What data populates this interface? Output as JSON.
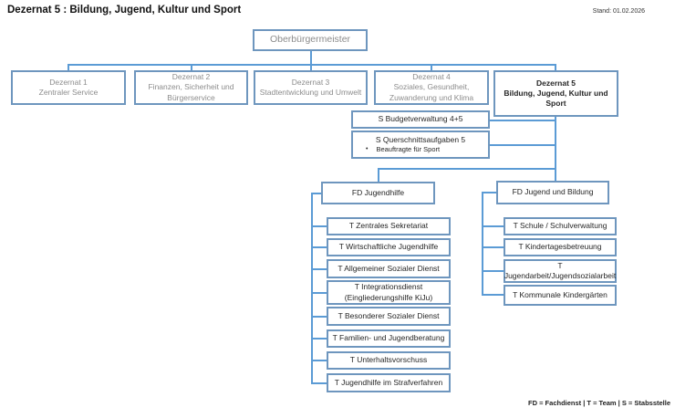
{
  "header": {
    "title": "Dezernat 5 : Bildung, Jugend, Kultur und Sport",
    "stand": "Stand: 01.02.2026"
  },
  "colors": {
    "box_border": "#6e96be",
    "connector_line": "#5b9bd5",
    "muted_text": "#8c8c8c",
    "dark_text": "#262626"
  },
  "top_box": {
    "label": "Oberbürgermeister"
  },
  "dezernate": [
    {
      "name": "Dezernat 1",
      "desc": "Zentraler Service"
    },
    {
      "name": "Dezernat 2",
      "desc": "Finanzen, Sicherheit und Bürgerservice"
    },
    {
      "name": "Dezernat 3",
      "desc": "Stadtentwicklung und Umwelt"
    },
    {
      "name": "Dezernat 4",
      "desc": "Soziales, Gesundheit, Zuwanderung und Klima"
    },
    {
      "name": "Dezernat 5",
      "desc": "Bildung, Jugend, Kultur und Sport"
    }
  ],
  "stabsstellen": [
    {
      "label": "S Budgetverwaltung 4+5"
    },
    {
      "label": "S Querschnittsaufgaben 5",
      "bullet": "Beauftragte für Sport"
    }
  ],
  "fachdienste": [
    {
      "label": "FD Jugendhilfe",
      "teams": [
        {
          "label": "T Zentrales Sekretariat"
        },
        {
          "label": "T Wirtschaftliche Jugendhilfe"
        },
        {
          "label": "T Allgemeiner Sozialer Dienst"
        },
        {
          "label": "T Integrationsdienst (Eingliederungshilfe KiJu)"
        },
        {
          "label": "T Besonderer Sozialer Dienst"
        },
        {
          "label": "T Familien- und Jugendberatung"
        },
        {
          "label": "T Unterhaltsvorschuss"
        },
        {
          "label": "T Jugendhilfe im Strafverfahren"
        }
      ]
    },
    {
      "label": "FD Jugend und Bildung",
      "teams": [
        {
          "label": "T Schule / Schulverwaltung"
        },
        {
          "label": "T Kindertagesbetreuung"
        },
        {
          "label": "T Jugendarbeit/Jugendsozialarbeit"
        },
        {
          "label": "T Kommunale Kindergärten"
        }
      ]
    }
  ],
  "legend": "FD = Fachdienst | T = Team | S = Stabsstelle"
}
